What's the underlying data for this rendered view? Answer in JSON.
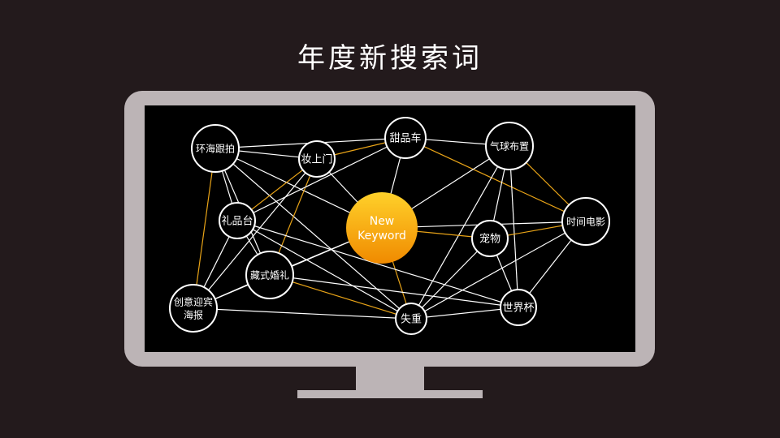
{
  "title": "年度新搜索词",
  "colors": {
    "background": "#231a1c",
    "monitor": "#bcb4b6",
    "screen": "#000000",
    "edge_white": "#ffffff",
    "edge_orange": "#e8a317",
    "center_fill_top": "#ffd12a",
    "center_fill_bottom": "#f08a00"
  },
  "center_node": {
    "id": "new",
    "lines": [
      "New",
      "Keyword"
    ]
  },
  "nodes": [
    {
      "id": "huanhai",
      "lines": [
        "环海跟拍"
      ]
    },
    {
      "id": "tianpin",
      "lines": [
        "甜品车"
      ]
    },
    {
      "id": "qiqiu",
      "lines": [
        "气球布置"
      ]
    },
    {
      "id": "zhuang",
      "lines": [
        "妆上门"
      ]
    },
    {
      "id": "lipin",
      "lines": [
        "礼品台"
      ]
    },
    {
      "id": "shijian",
      "lines": [
        "时间电影"
      ]
    },
    {
      "id": "chongwu",
      "lines": [
        "宠物"
      ]
    },
    {
      "id": "zangshi",
      "lines": [
        "藏式婚礼"
      ]
    },
    {
      "id": "chuangyi",
      "lines": [
        "创意迎宾",
        "海报"
      ]
    },
    {
      "id": "shizhong",
      "lines": [
        "失重"
      ]
    },
    {
      "id": "shijie",
      "lines": [
        "世界杯"
      ]
    }
  ],
  "edges": [
    {
      "from": "huanhai",
      "to": "tianpin",
      "color": "white"
    },
    {
      "from": "huanhai",
      "to": "zhuang",
      "color": "white"
    },
    {
      "from": "huanhai",
      "to": "lipin",
      "color": "white"
    },
    {
      "from": "huanhai",
      "to": "new",
      "color": "white"
    },
    {
      "from": "huanhai",
      "to": "zangshi",
      "color": "white"
    },
    {
      "from": "huanhai",
      "to": "shizhong",
      "color": "white"
    },
    {
      "from": "huanhai",
      "to": "chuangyi",
      "color": "orange"
    },
    {
      "from": "zhuang",
      "to": "tianpin",
      "color": "orange"
    },
    {
      "from": "zhuang",
      "to": "new",
      "color": "white"
    },
    {
      "from": "zhuang",
      "to": "lipin",
      "color": "orange"
    },
    {
      "from": "zhuang",
      "to": "zangshi",
      "color": "orange"
    },
    {
      "from": "zhuang",
      "to": "chuangyi",
      "color": "white"
    },
    {
      "from": "tianpin",
      "to": "qiqiu",
      "color": "white"
    },
    {
      "from": "tianpin",
      "to": "new",
      "color": "white"
    },
    {
      "from": "tianpin",
      "to": "shijian",
      "color": "orange"
    },
    {
      "from": "tianpin",
      "to": "lipin",
      "color": "white"
    },
    {
      "from": "qiqiu",
      "to": "new",
      "color": "white"
    },
    {
      "from": "qiqiu",
      "to": "shijian",
      "color": "orange"
    },
    {
      "from": "qiqiu",
      "to": "chongwu",
      "color": "white"
    },
    {
      "from": "qiqiu",
      "to": "shijie",
      "color": "white"
    },
    {
      "from": "qiqiu",
      "to": "shizhong",
      "color": "white"
    },
    {
      "from": "new",
      "to": "shijian",
      "color": "white"
    },
    {
      "from": "new",
      "to": "chongwu",
      "color": "orange"
    },
    {
      "from": "new",
      "to": "zangshi",
      "color": "white"
    },
    {
      "from": "new",
      "to": "shizhong",
      "color": "orange"
    },
    {
      "from": "lipin",
      "to": "zangshi",
      "color": "white"
    },
    {
      "from": "lipin",
      "to": "chuangyi",
      "color": "white"
    },
    {
      "from": "lipin",
      "to": "shizhong",
      "color": "white"
    },
    {
      "from": "lipin",
      "to": "shijie",
      "color": "white"
    },
    {
      "from": "zangshi",
      "to": "chuangyi",
      "color": "white"
    },
    {
      "from": "zangshi",
      "to": "shizhong",
      "color": "orange"
    },
    {
      "from": "zangshi",
      "to": "shijie",
      "color": "white"
    },
    {
      "from": "chuangyi",
      "to": "shizhong",
      "color": "white"
    },
    {
      "from": "chuangyi",
      "to": "new",
      "color": "white"
    },
    {
      "from": "chongwu",
      "to": "shijian",
      "color": "orange"
    },
    {
      "from": "chongwu",
      "to": "shijie",
      "color": "white"
    },
    {
      "from": "chongwu",
      "to": "shizhong",
      "color": "white"
    },
    {
      "from": "shijian",
      "to": "shijie",
      "color": "white"
    },
    {
      "from": "shijian",
      "to": "shizhong",
      "color": "white"
    },
    {
      "from": "shizhong",
      "to": "shijie",
      "color": "white"
    }
  ]
}
